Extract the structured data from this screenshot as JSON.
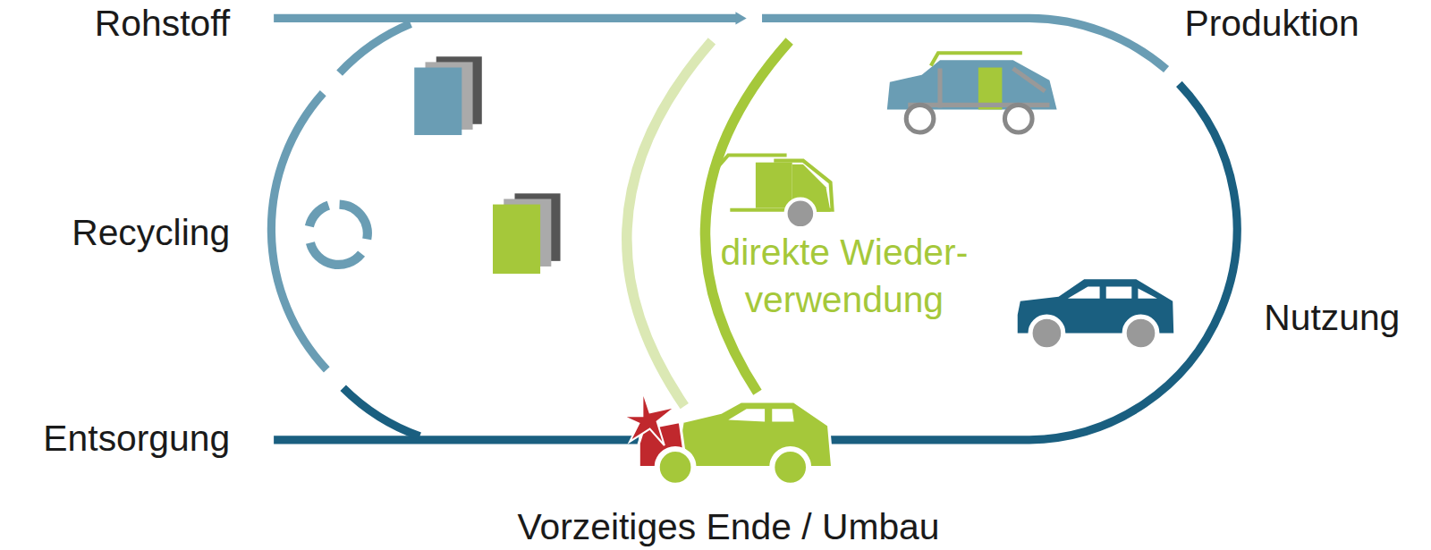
{
  "diagram": {
    "labels": [
      "Rohstoff",
      "Produktion",
      "Recycling",
      "direkte Wieder- verwendung",
      "Nutzung",
      "Entsorgung",
      "Vorzeitiges Ende / Umbau"
    ]
  }
}
